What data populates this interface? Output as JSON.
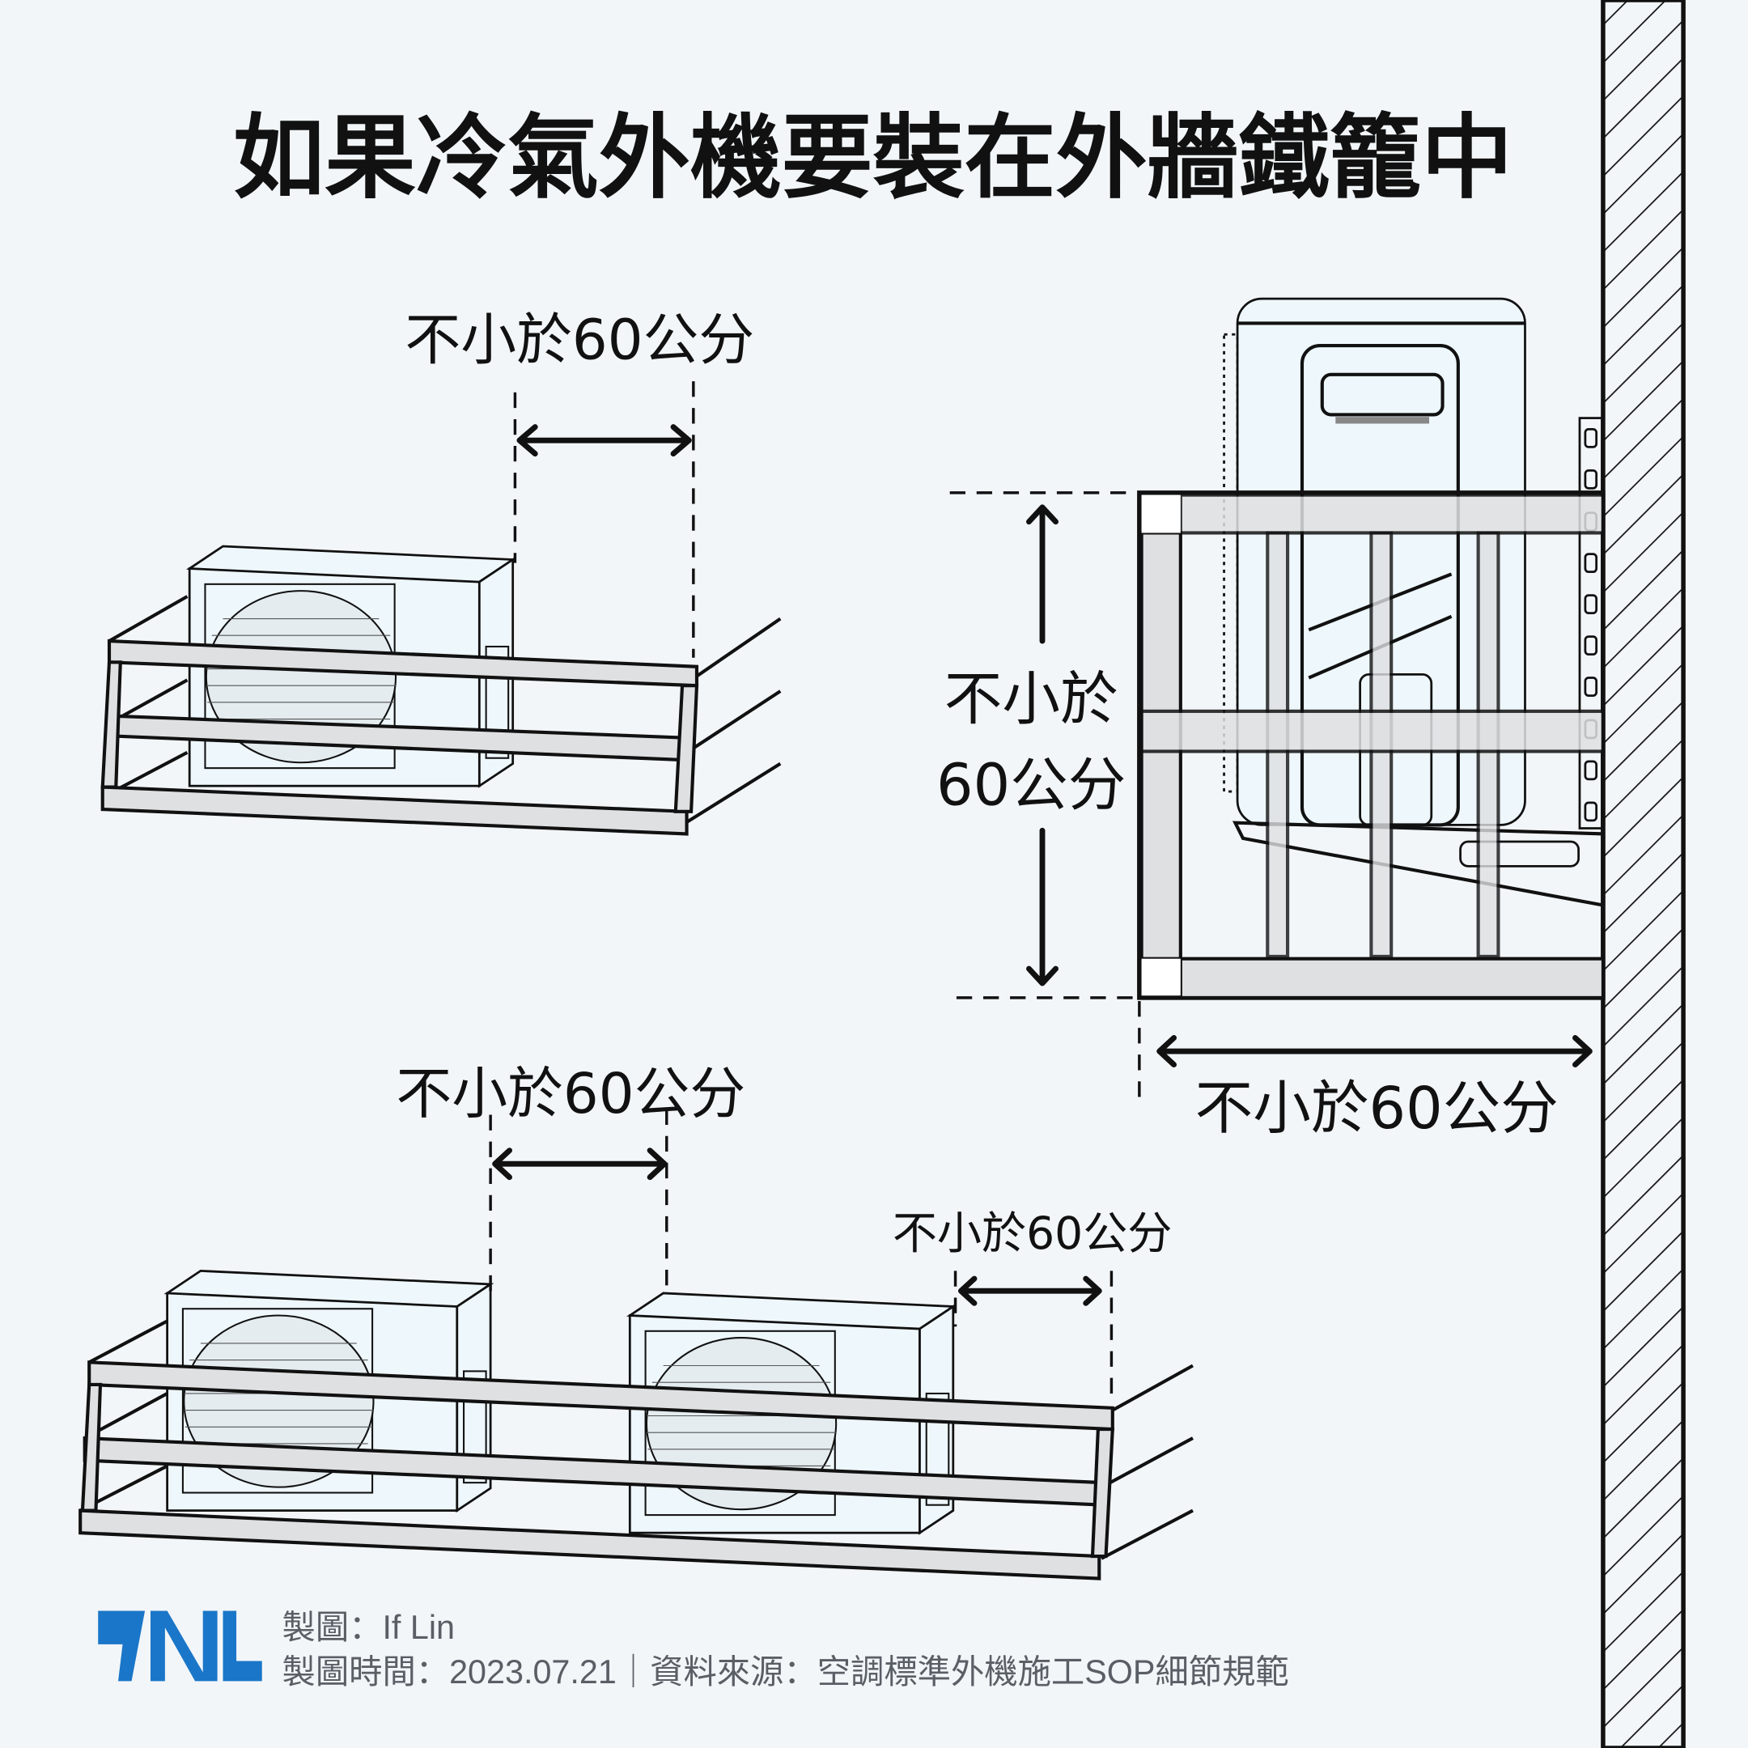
{
  "title": "如果冷氣外機要裝在外牆鐵籠中",
  "labels": {
    "top_left_gap": "不小於60公分",
    "right_height_line1": "不小於",
    "right_height_line2": "60公分",
    "right_depth": "不小於60公分",
    "bottom_gap_between": "不小於60公分",
    "bottom_gap_side": "不小於60公分"
  },
  "footer": {
    "logo": "TNL",
    "credit": "製圖：If Lin",
    "meta": "製圖時間：2023.07.21｜資料來源：空調標準外機施工SOP細節規範"
  },
  "colors": {
    "background": "#f2f6f9",
    "logo": "#1a76c8",
    "rail": "#dfe0e2",
    "unit": "#eef7fb"
  }
}
